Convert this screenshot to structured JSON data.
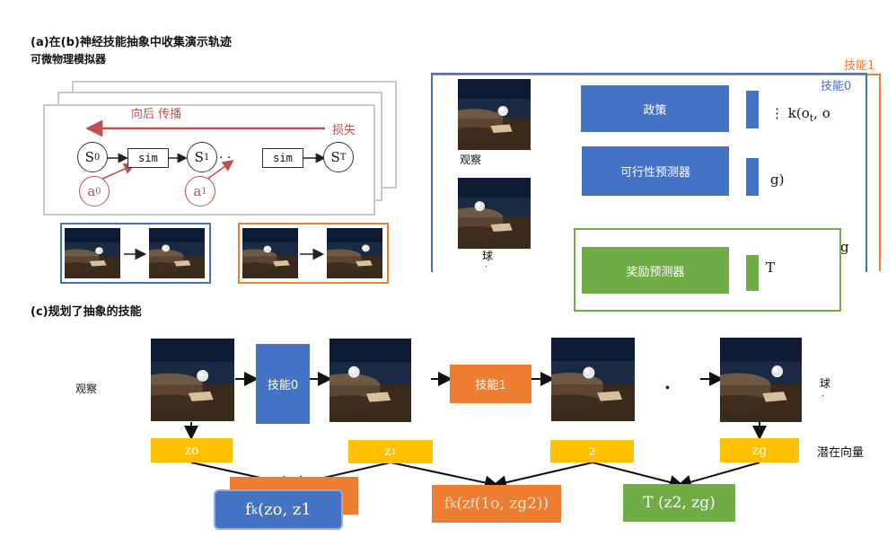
{
  "section_a": {
    "title_line1": "(a)在(b)神经技能抽象中收集演示轨迹",
    "title_line2": "可微物理模拟器",
    "backprop_label": "向后 传播",
    "loss_label": "损失",
    "s0": "S",
    "s0_sub": "0",
    "s1": "S",
    "s1_sub": "1",
    "s1_dots": ". .",
    "sT": "S",
    "sT_sub": "T",
    "sim1": "sim",
    "sim2": "sim",
    "a0": "a",
    "a0_sub": "0",
    "a1": "a",
    "a1_sub": "1",
    "colors": {
      "arrow_red": "#c0504d",
      "demo_blue": "#4472c4",
      "demo_orange": "#ed7d31"
    }
  },
  "section_b": {
    "skill1_label": "技能1",
    "skill0_label": "技能0",
    "obs_label": "观察",
    "ball_label": "球",
    "ball_sub": ".",
    "policy_label": "政策",
    "feasibility_label": "可行性预测器",
    "reward_label": "奖励预测器",
    "policy_formula": "⋮ k(o",
    "policy_formula_sub": "t",
    "policy_formula_end": ", o",
    "feas_formula": "g)",
    "g_label": "g",
    "reward_formula": "T"
  },
  "section_c": {
    "title": "(c)规划了抽象的技能",
    "obs_label": "观察",
    "skill0": "技能0",
    "skill1": "技能1",
    "dot": ".",
    "ball_label": "球",
    "ball_sub": ".",
    "latent_label": "潜在向量",
    "z0": "zo",
    "z1": "z",
    "z1_sub": "1",
    "z2": "2",
    "zg": "zg",
    "f1_main": "f",
    "f1_sub": "k",
    "f1_args": "(zo, z1",
    "f2_main": "f",
    "f2_sub": "k",
    "f2_args": "(z",
    "f2_over": "f",
    "f2_rest": " (1o, zg2))",
    "t_main": "T (z2, zg)"
  }
}
